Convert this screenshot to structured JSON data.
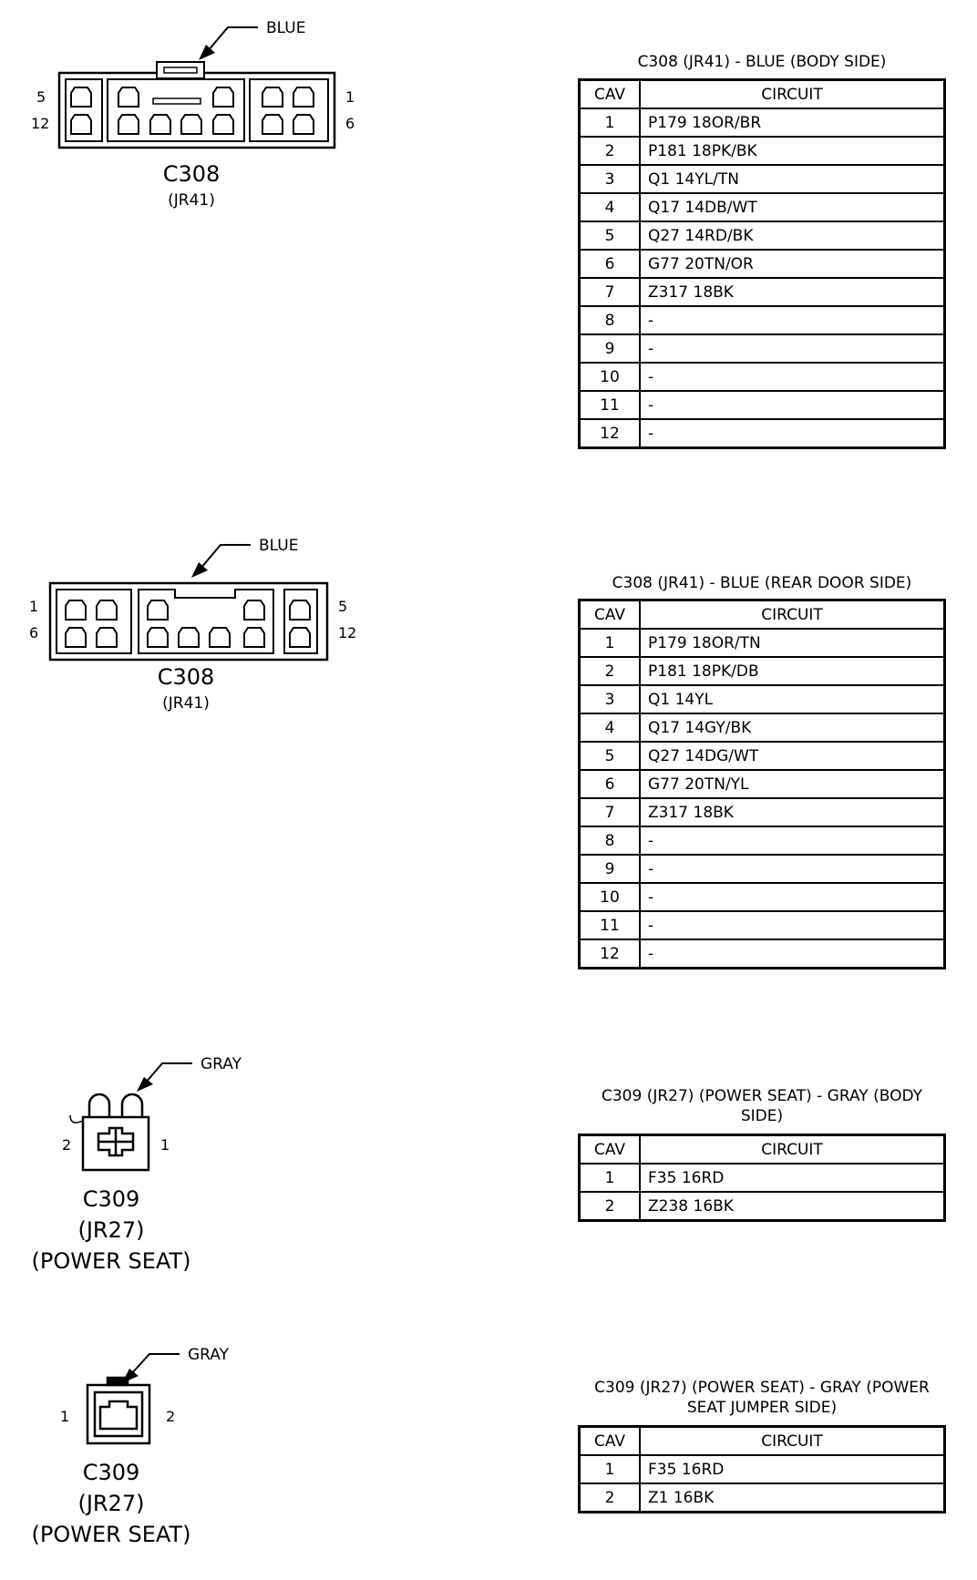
{
  "sections": [
    {
      "title": "C308 (JR41) - BLUE (BODY SIDE)",
      "connector": {
        "name": "C308",
        "sub": "(JR41)",
        "sub2": "",
        "color_label": "BLUE",
        "pins_top": [
          "5",
          "1"
        ],
        "pins_bottom": [
          "12",
          "6"
        ]
      },
      "headers": [
        "CAV",
        "CIRCUIT"
      ],
      "rows": [
        [
          "1",
          "P179 18OR/BR"
        ],
        [
          "2",
          "P181 18PK/BK"
        ],
        [
          "3",
          "Q1 14YL/TN"
        ],
        [
          "4",
          "Q17 14DB/WT"
        ],
        [
          "5",
          "Q27 14RD/BK"
        ],
        [
          "6",
          "G77 20TN/OR"
        ],
        [
          "7",
          "Z317 18BK"
        ],
        [
          "8",
          "-"
        ],
        [
          "9",
          "-"
        ],
        [
          "10",
          "-"
        ],
        [
          "11",
          "-"
        ],
        [
          "12",
          "-"
        ]
      ]
    },
    {
      "title": "C308 (JR41) - BLUE (REAR DOOR SIDE)",
      "connector": {
        "name": "C308",
        "sub": "(JR41)",
        "sub2": "",
        "color_label": "BLUE",
        "pins_top": [
          "1",
          "5"
        ],
        "pins_bottom": [
          "6",
          "12"
        ]
      },
      "headers": [
        "CAV",
        "CIRCUIT"
      ],
      "rows": [
        [
          "1",
          "P179 18OR/TN"
        ],
        [
          "2",
          "P181 18PK/DB"
        ],
        [
          "3",
          "Q1 14YL"
        ],
        [
          "4",
          "Q17 14GY/BK"
        ],
        [
          "5",
          "Q27 14DG/WT"
        ],
        [
          "6",
          "G77 20TN/YL"
        ],
        [
          "7",
          "Z317 18BK"
        ],
        [
          "8",
          "-"
        ],
        [
          "9",
          "-"
        ],
        [
          "10",
          "-"
        ],
        [
          "11",
          "-"
        ],
        [
          "12",
          "-"
        ]
      ]
    },
    {
      "title": "C309 (JR27) (POWER SEAT) - GRAY (BODY SIDE)",
      "connector": {
        "name": "C309",
        "sub": "(JR27)",
        "sub2": "(POWER SEAT)",
        "color_label": "GRAY",
        "pins_top": [
          "2",
          "1"
        ],
        "pins_bottom": []
      },
      "headers": [
        "CAV",
        "CIRCUIT"
      ],
      "rows": [
        [
          "1",
          "F35 16RD"
        ],
        [
          "2",
          "Z238 16BK"
        ]
      ]
    },
    {
      "title": "C309 (JR27) (POWER SEAT) - GRAY (POWER SEAT JUMPER SIDE)",
      "connector": {
        "name": "C309",
        "sub": "(JR27)",
        "sub2": "(POWER SEAT)",
        "color_label": "GRAY",
        "pins_top": [
          "1",
          "2"
        ],
        "pins_bottom": []
      },
      "headers": [
        "CAV",
        "CIRCUIT"
      ],
      "rows": [
        [
          "1",
          "F35 16RD"
        ],
        [
          "2",
          "Z1 16BK"
        ]
      ]
    }
  ]
}
